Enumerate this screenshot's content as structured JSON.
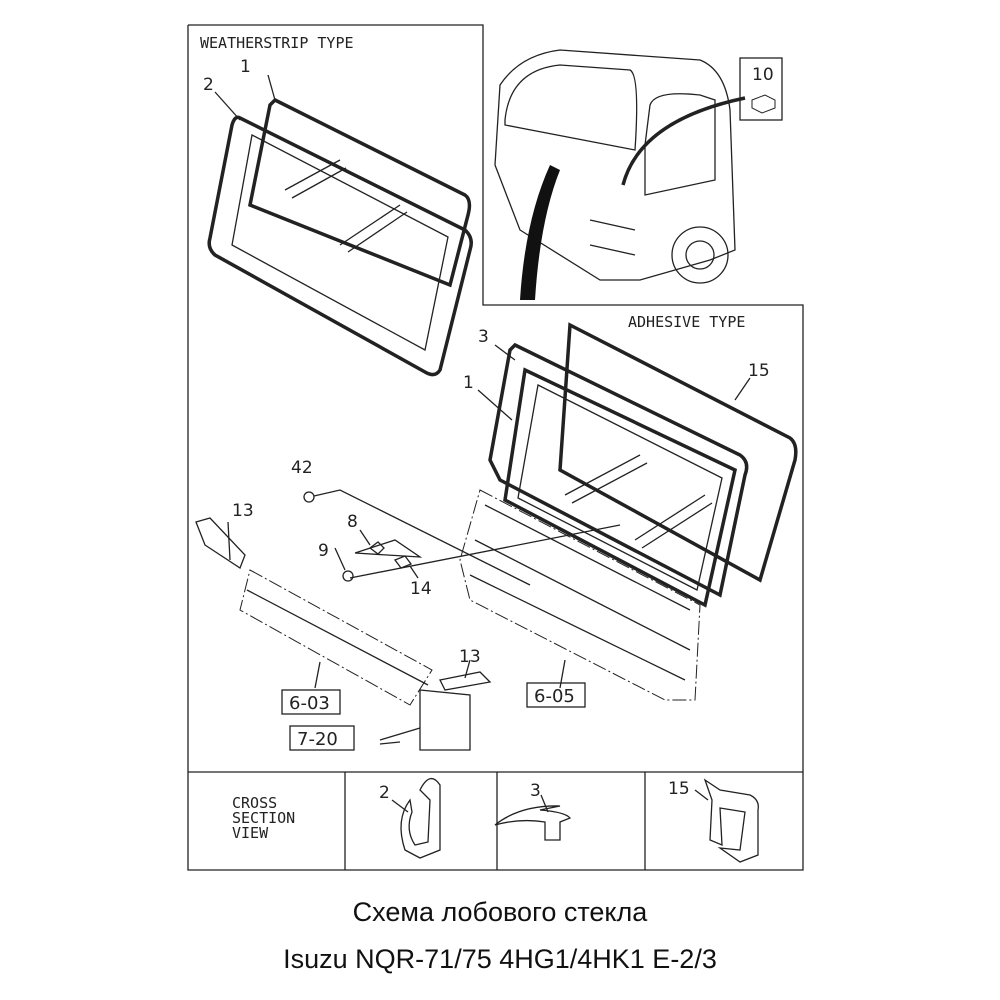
{
  "diagram": {
    "weatherstrip_title": "WEATHERSTRIP TYPE",
    "adhesive_title": "ADHESIVE TYPE",
    "callouts": {
      "ws_1": "1",
      "ws_2": "2",
      "cab_10": "10",
      "ad_3": "3",
      "ad_1": "1",
      "ad_15": "15",
      "p42": "42",
      "p13a": "13",
      "p8": "8",
      "p9": "9",
      "p14": "14",
      "p13b": "13"
    },
    "refs": {
      "r603": "6-03",
      "r605": "6-05",
      "r720": "7-20"
    },
    "cross_section": {
      "title_lines": [
        "CROSS",
        "SECTION",
        "VIEW"
      ],
      "items": [
        "2",
        "3",
        "15"
      ]
    }
  },
  "caption": {
    "line1": "Схема лобового стекла",
    "line2": "Isuzu NQR-71/75 4HG1/4HK1 E-2/3"
  }
}
